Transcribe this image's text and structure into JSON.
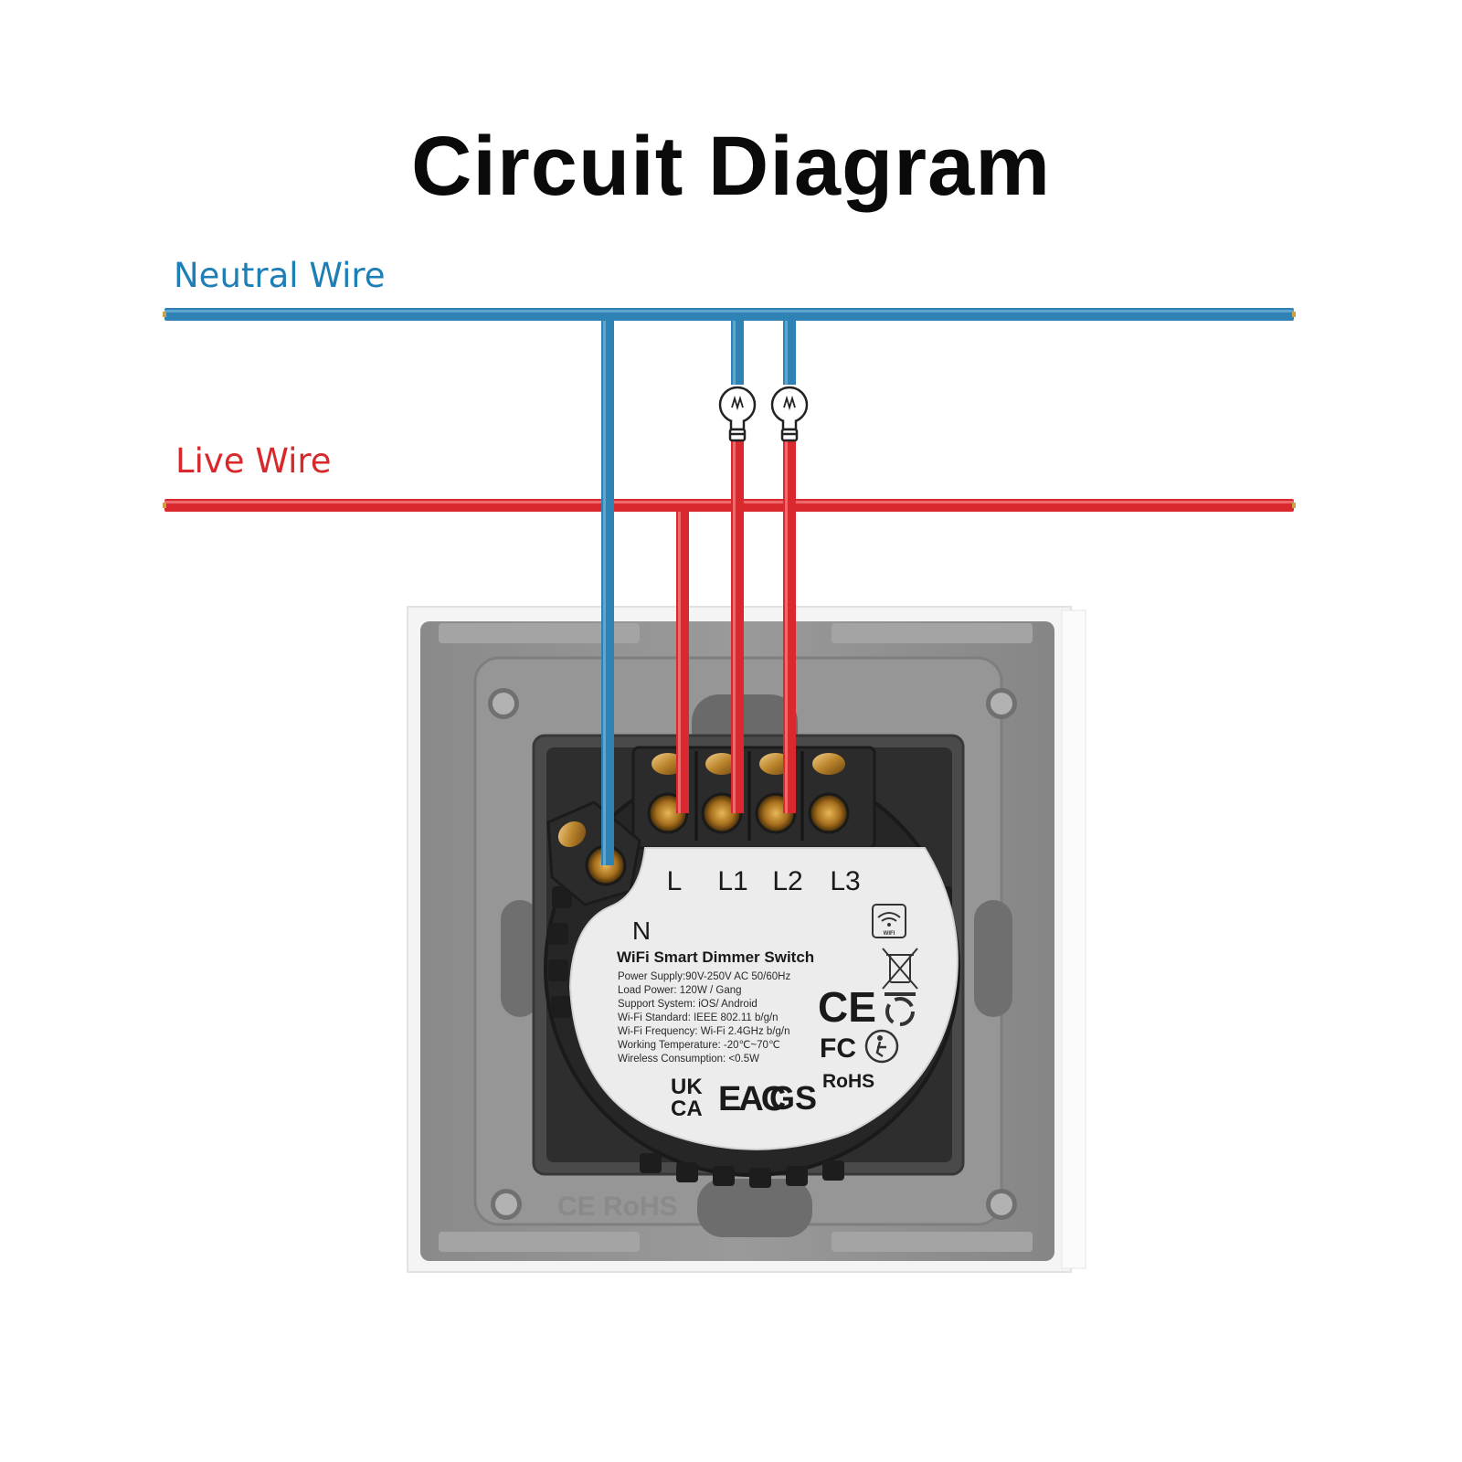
{
  "title": "Circuit Diagram",
  "wires": {
    "neutral_label": "Neutral Wire",
    "live_label": "Live Wire",
    "neutral_color": "#2f82b4",
    "live_color": "#d9292f"
  },
  "terminals": {
    "n": "N",
    "l": "L",
    "l1": "L1",
    "l2": "L2",
    "l3": "L3"
  },
  "device": {
    "name": "WiFi Smart Dimmer Switch",
    "specs": [
      "Power Supply:90V-250V AC 50/60Hz",
      "Load Power: 120W / Gang",
      "Support System: iOS/ Android",
      "Wi-Fi Standard: IEEE 802.11 b/g/n",
      "Wi-Fi Frequency: Wi-Fi 2.4GHz b/g/n",
      "Working Temperature: -20℃~70℃",
      "Wireless Consumption: <0.5W"
    ],
    "wifi_badge": "WIFI",
    "marks": {
      "ce": "CE",
      "fc": "FC",
      "rohs": "RoHS",
      "ukca_top": "UK",
      "ukca_bottom": "CA",
      "eac": "EAC",
      "gs": "GS"
    }
  },
  "icons": [
    "wifi-icon",
    "weee-bin-icon",
    "recycle-icon",
    "tidyman-icon",
    "light-bulb-icon"
  ]
}
